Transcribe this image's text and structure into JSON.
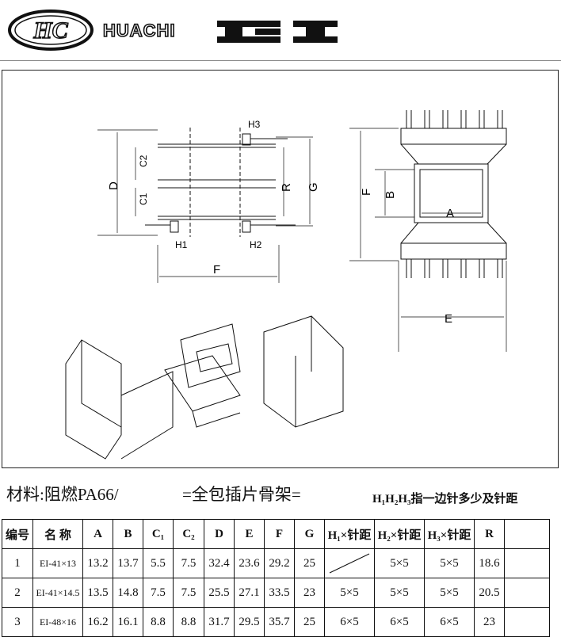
{
  "header": {
    "logo_text": "HC",
    "brand_name": "HUACHI",
    "product_mark": "EI"
  },
  "drawing": {
    "labels": {
      "D": "D",
      "C2": "C2",
      "C1": "C1",
      "H3": "H3",
      "R": "R",
      "G": "G",
      "H1": "H1",
      "H2": "H2",
      "F_side": "F",
      "F_front": "F",
      "B": "B",
      "A": "A",
      "E": "E"
    }
  },
  "caption": {
    "material": "材料:阻燃PA66/",
    "title": "=全包插片骨架=",
    "note": "H₁H₂H₃指一边针多少及针距"
  },
  "table": {
    "headers": [
      "编号",
      "名 称",
      "A",
      "B",
      "C₁",
      "C₂",
      "D",
      "E",
      "F",
      "G",
      "H₁×针距",
      "H₂×针距",
      "H₃×针距",
      "R",
      ""
    ],
    "rows": [
      [
        "1",
        "EI-41×13",
        "13.2",
        "13.7",
        "5.5",
        "7.5",
        "32.4",
        "23.6",
        "29.2",
        "25",
        "",
        "5×5",
        "5×5",
        "18.6",
        ""
      ],
      [
        "2",
        "EI-41×14.5",
        "13.5",
        "14.8",
        "7.5",
        "7.5",
        "25.5",
        "27.1",
        "33.5",
        "23",
        "5×5",
        "5×5",
        "5×5",
        "20.5",
        ""
      ],
      [
        "3",
        "EI-48×16",
        "16.2",
        "16.1",
        "8.8",
        "8.8",
        "31.7",
        "29.5",
        "35.7",
        "25",
        "6×5",
        "6×5",
        "6×5",
        "23",
        ""
      ]
    ]
  }
}
